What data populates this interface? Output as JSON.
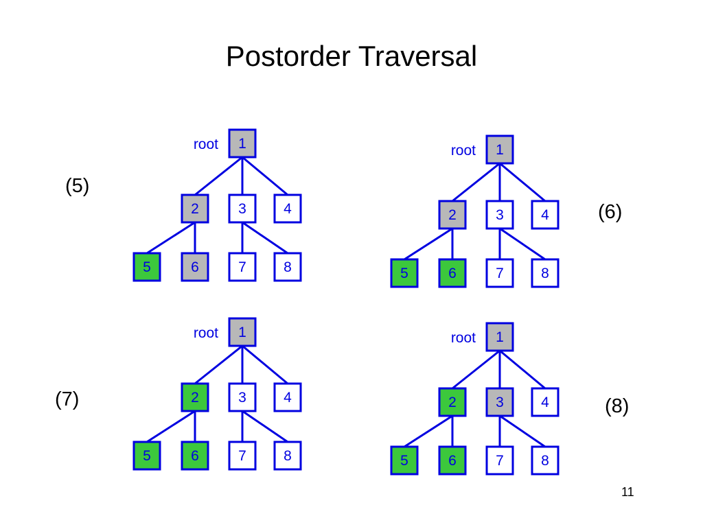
{
  "slide": {
    "title": "Postorder Traversal",
    "page_number": "11"
  },
  "colors": {
    "edge": "#0000e0",
    "node_border": "#0000e0",
    "text": "#0000e0",
    "unvisited_fill": "#ffffff",
    "current_fill": "#b8b8b8",
    "visited_fill": "#3cc83c"
  },
  "root_label": "root",
  "trees": [
    {
      "label": "(5)",
      "nodes": [
        {
          "id": "1",
          "state": "current"
        },
        {
          "id": "2",
          "state": "current"
        },
        {
          "id": "3",
          "state": "unvisited"
        },
        {
          "id": "4",
          "state": "unvisited"
        },
        {
          "id": "5",
          "state": "visited"
        },
        {
          "id": "6",
          "state": "current"
        },
        {
          "id": "7",
          "state": "unvisited"
        },
        {
          "id": "8",
          "state": "unvisited"
        }
      ]
    },
    {
      "label": "(6)",
      "nodes": [
        {
          "id": "1",
          "state": "current"
        },
        {
          "id": "2",
          "state": "current"
        },
        {
          "id": "3",
          "state": "unvisited"
        },
        {
          "id": "4",
          "state": "unvisited"
        },
        {
          "id": "5",
          "state": "visited"
        },
        {
          "id": "6",
          "state": "visited"
        },
        {
          "id": "7",
          "state": "unvisited"
        },
        {
          "id": "8",
          "state": "unvisited"
        }
      ]
    },
    {
      "label": "(7)",
      "nodes": [
        {
          "id": "1",
          "state": "current"
        },
        {
          "id": "2",
          "state": "visited"
        },
        {
          "id": "3",
          "state": "unvisited"
        },
        {
          "id": "4",
          "state": "unvisited"
        },
        {
          "id": "5",
          "state": "visited"
        },
        {
          "id": "6",
          "state": "visited"
        },
        {
          "id": "7",
          "state": "unvisited"
        },
        {
          "id": "8",
          "state": "unvisited"
        }
      ]
    },
    {
      "label": "(8)",
      "nodes": [
        {
          "id": "1",
          "state": "current"
        },
        {
          "id": "2",
          "state": "visited"
        },
        {
          "id": "3",
          "state": "current"
        },
        {
          "id": "4",
          "state": "unvisited"
        },
        {
          "id": "5",
          "state": "visited"
        },
        {
          "id": "6",
          "state": "visited"
        },
        {
          "id": "7",
          "state": "unvisited"
        },
        {
          "id": "8",
          "state": "unvisited"
        }
      ]
    }
  ],
  "edges": [
    [
      "1",
      "2"
    ],
    [
      "1",
      "3"
    ],
    [
      "1",
      "4"
    ],
    [
      "2",
      "5"
    ],
    [
      "2",
      "6"
    ],
    [
      "3",
      "7"
    ],
    [
      "3",
      "8"
    ]
  ]
}
